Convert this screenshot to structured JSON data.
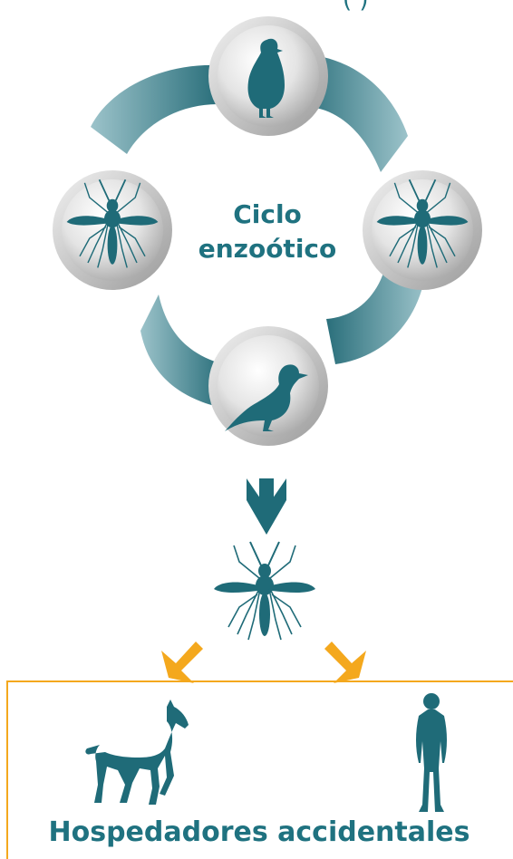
{
  "header_fragment": "(       )",
  "cycle": {
    "title_line1": "Ciclo",
    "title_line2": "enzoótico",
    "nodes": [
      {
        "position": "top",
        "icon": "bird-icon"
      },
      {
        "position": "right",
        "icon": "mosquito-icon"
      },
      {
        "position": "bottom",
        "icon": "duck-icon"
      },
      {
        "position": "left",
        "icon": "mosquito-icon"
      }
    ]
  },
  "bridge_vector": {
    "icon": "mosquito-icon"
  },
  "hosts": {
    "title": "Hospedadores accidentales",
    "items": [
      {
        "icon": "horse-icon"
      },
      {
        "icon": "human-icon"
      }
    ]
  },
  "colors": {
    "teal": "#1f6b78",
    "teal_light": "#8fb9c1",
    "orange": "#f4a81d",
    "text": "#1f7280"
  }
}
